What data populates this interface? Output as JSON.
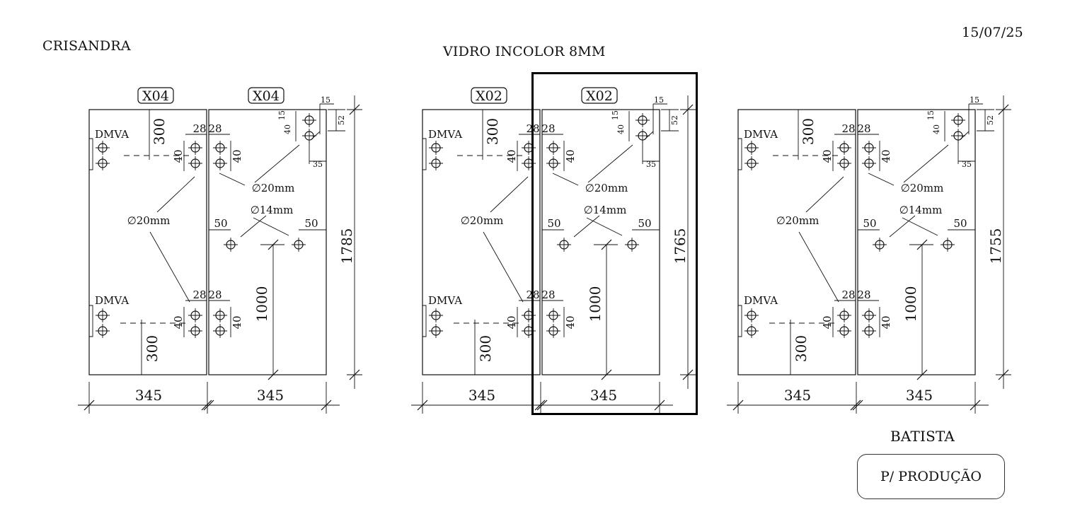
{
  "header": {
    "client": "CRISANDRA",
    "material": "VIDRO INCOLOR 8MM",
    "date": "15/07/25"
  },
  "footer": {
    "name": "BATISTA",
    "status_label": "P/ PRODUÇÃO"
  },
  "labels": {
    "hinge": "DMVA",
    "hole_20": "∅20mm",
    "hole_14": "∅14mm"
  },
  "drawings": [
    {
      "qty_left": "X04",
      "qty_right": "X04",
      "height_label": "1785",
      "width_left": "345",
      "width_right": "345",
      "dims": {
        "d300": "300",
        "d28": "28",
        "d40": "40",
        "d50": "50",
        "d1000": "1000",
        "d15": "15",
        "d52": "52",
        "d35": "35"
      }
    },
    {
      "qty_left": "X02",
      "qty_right": "X02",
      "height_label": "1765",
      "width_left": "345",
      "width_right": "345",
      "highlighted": true,
      "dims": {
        "d300": "300",
        "d28": "28",
        "d40": "40",
        "d50": "50",
        "d1000": "1000",
        "d15": "15",
        "d52": "52",
        "d35": "35"
      }
    },
    {
      "qty_left": "",
      "qty_right": "",
      "height_label": "1755",
      "width_left": "345",
      "width_right": "345",
      "dims": {
        "d300": "300",
        "d28": "28",
        "d40": "40",
        "d50": "50",
        "d1000": "1000",
        "d15": "15",
        "d52": "52",
        "d35": "35"
      }
    }
  ]
}
